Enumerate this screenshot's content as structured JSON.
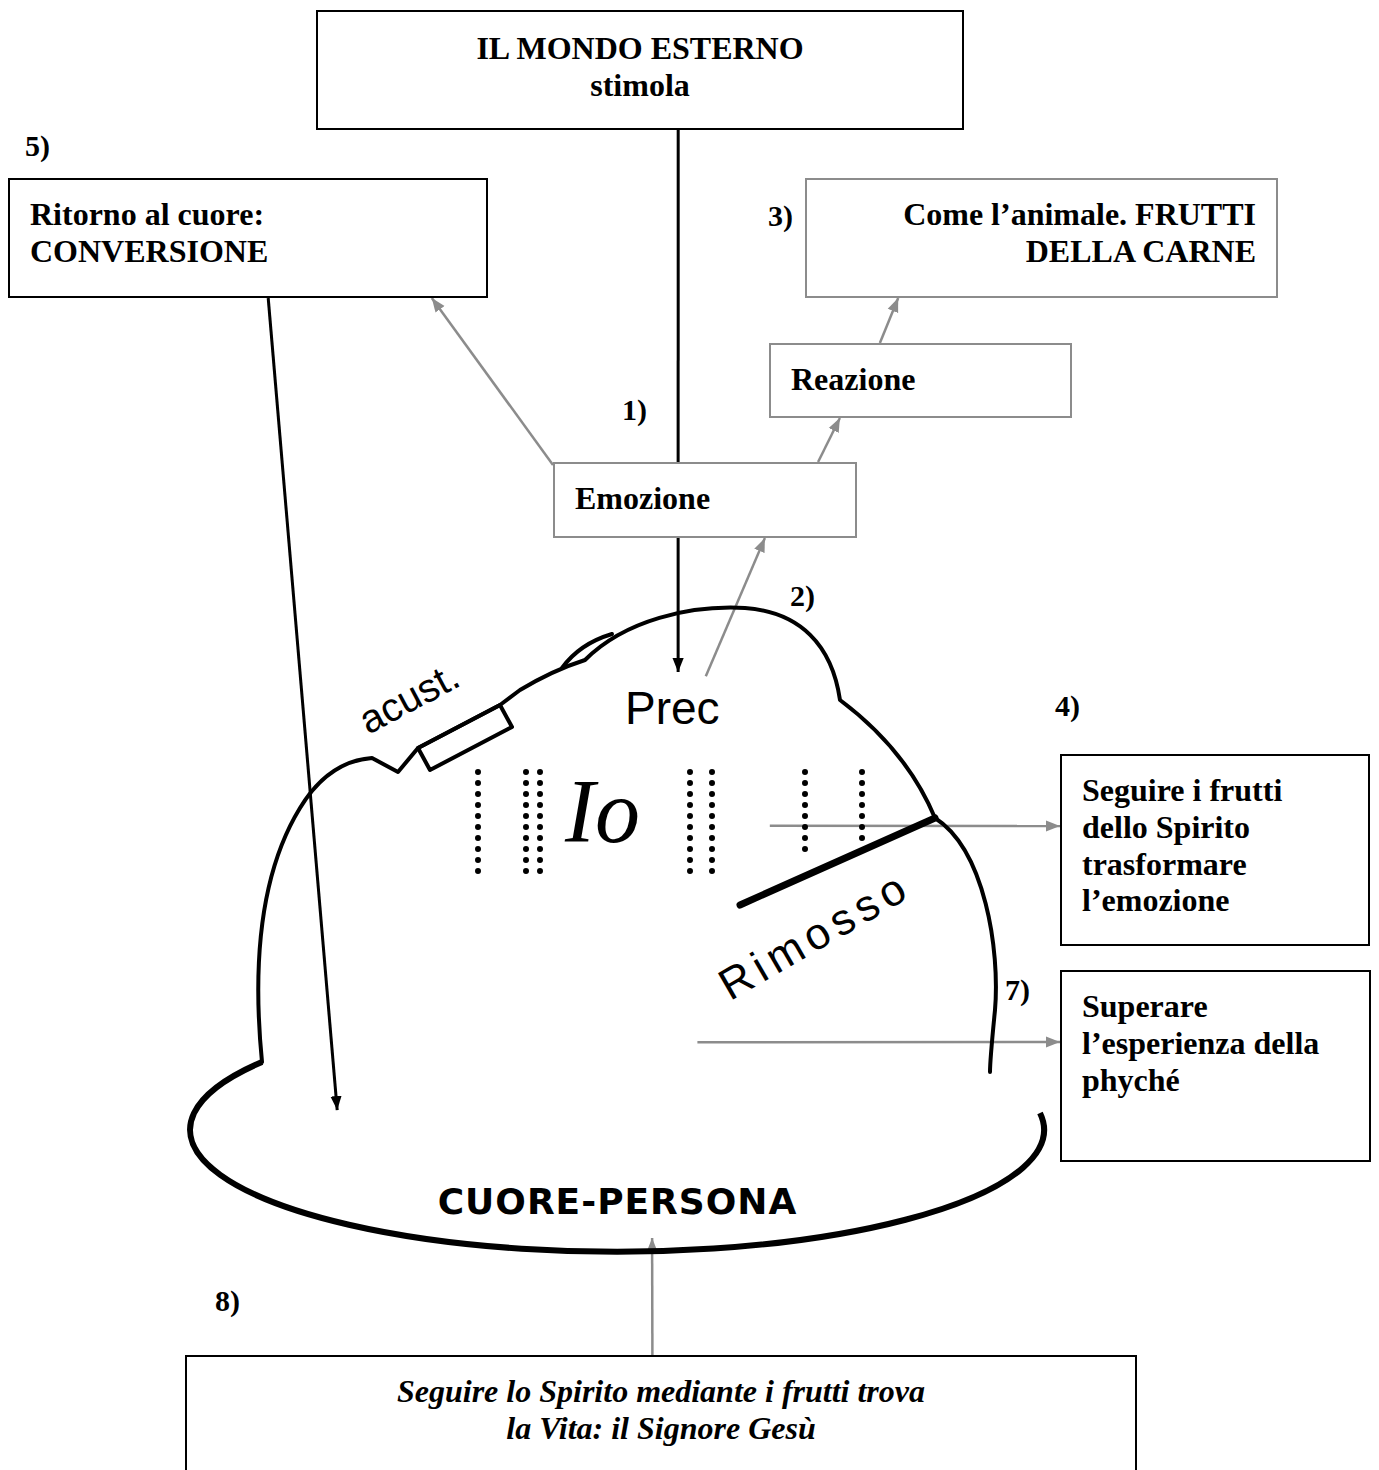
{
  "diagram": {
    "nodes": [
      {
        "text": [
          "IL MONDO ESTERNO stimola"
        ]
      },
      {
        "text": [
          "Ritorno al cuore: CONVERSIONE"
        ]
      },
      {
        "text": [
          "Come l’animale. FRUTTI DELLA CARNE"
        ]
      },
      {
        "text": [
          "Reazione"
        ]
      },
      {
        "text": [
          "Emozione"
        ]
      },
      {
        "text": [
          "acust.",
          "Prec",
          "Io",
          "Rimosso"
        ]
      },
      {
        "text": [
          "Seguire i frutti dello Spirito trasformare l’emozione"
        ]
      },
      {
        "text": [
          "Superare l’esperienza della phyché"
        ]
      },
      {
        "text": [
          "CUORE-PERSONA"
        ]
      },
      {
        "text": [
          "Seguire lo Spirito mediante i frutti trova la Vita: il Signore Gesù"
        ]
      }
    ],
    "edges": [
      {
        "from": 0,
        "to": 5,
        "arrow": "to"
      },
      {
        "from": 5,
        "to": 4,
        "arrow": "to"
      },
      {
        "from": 4,
        "to": 3,
        "arrow": "to"
      },
      {
        "from": 3,
        "to": 2,
        "arrow": "to"
      },
      {
        "from": 4,
        "to": 1,
        "arrow": "to"
      },
      {
        "from": 1,
        "to": 8,
        "arrow": "to"
      },
      {
        "from": 5,
        "to": 6,
        "arrow": "to"
      },
      {
        "from": 5,
        "to": 7,
        "arrow": "to"
      },
      {
        "from": 9,
        "to": 8,
        "arrow": "to"
      }
    ],
    "labels": [
      "5)",
      "3)",
      "1)",
      "2)",
      "4)",
      "7)",
      "8)"
    ]
  }
}
